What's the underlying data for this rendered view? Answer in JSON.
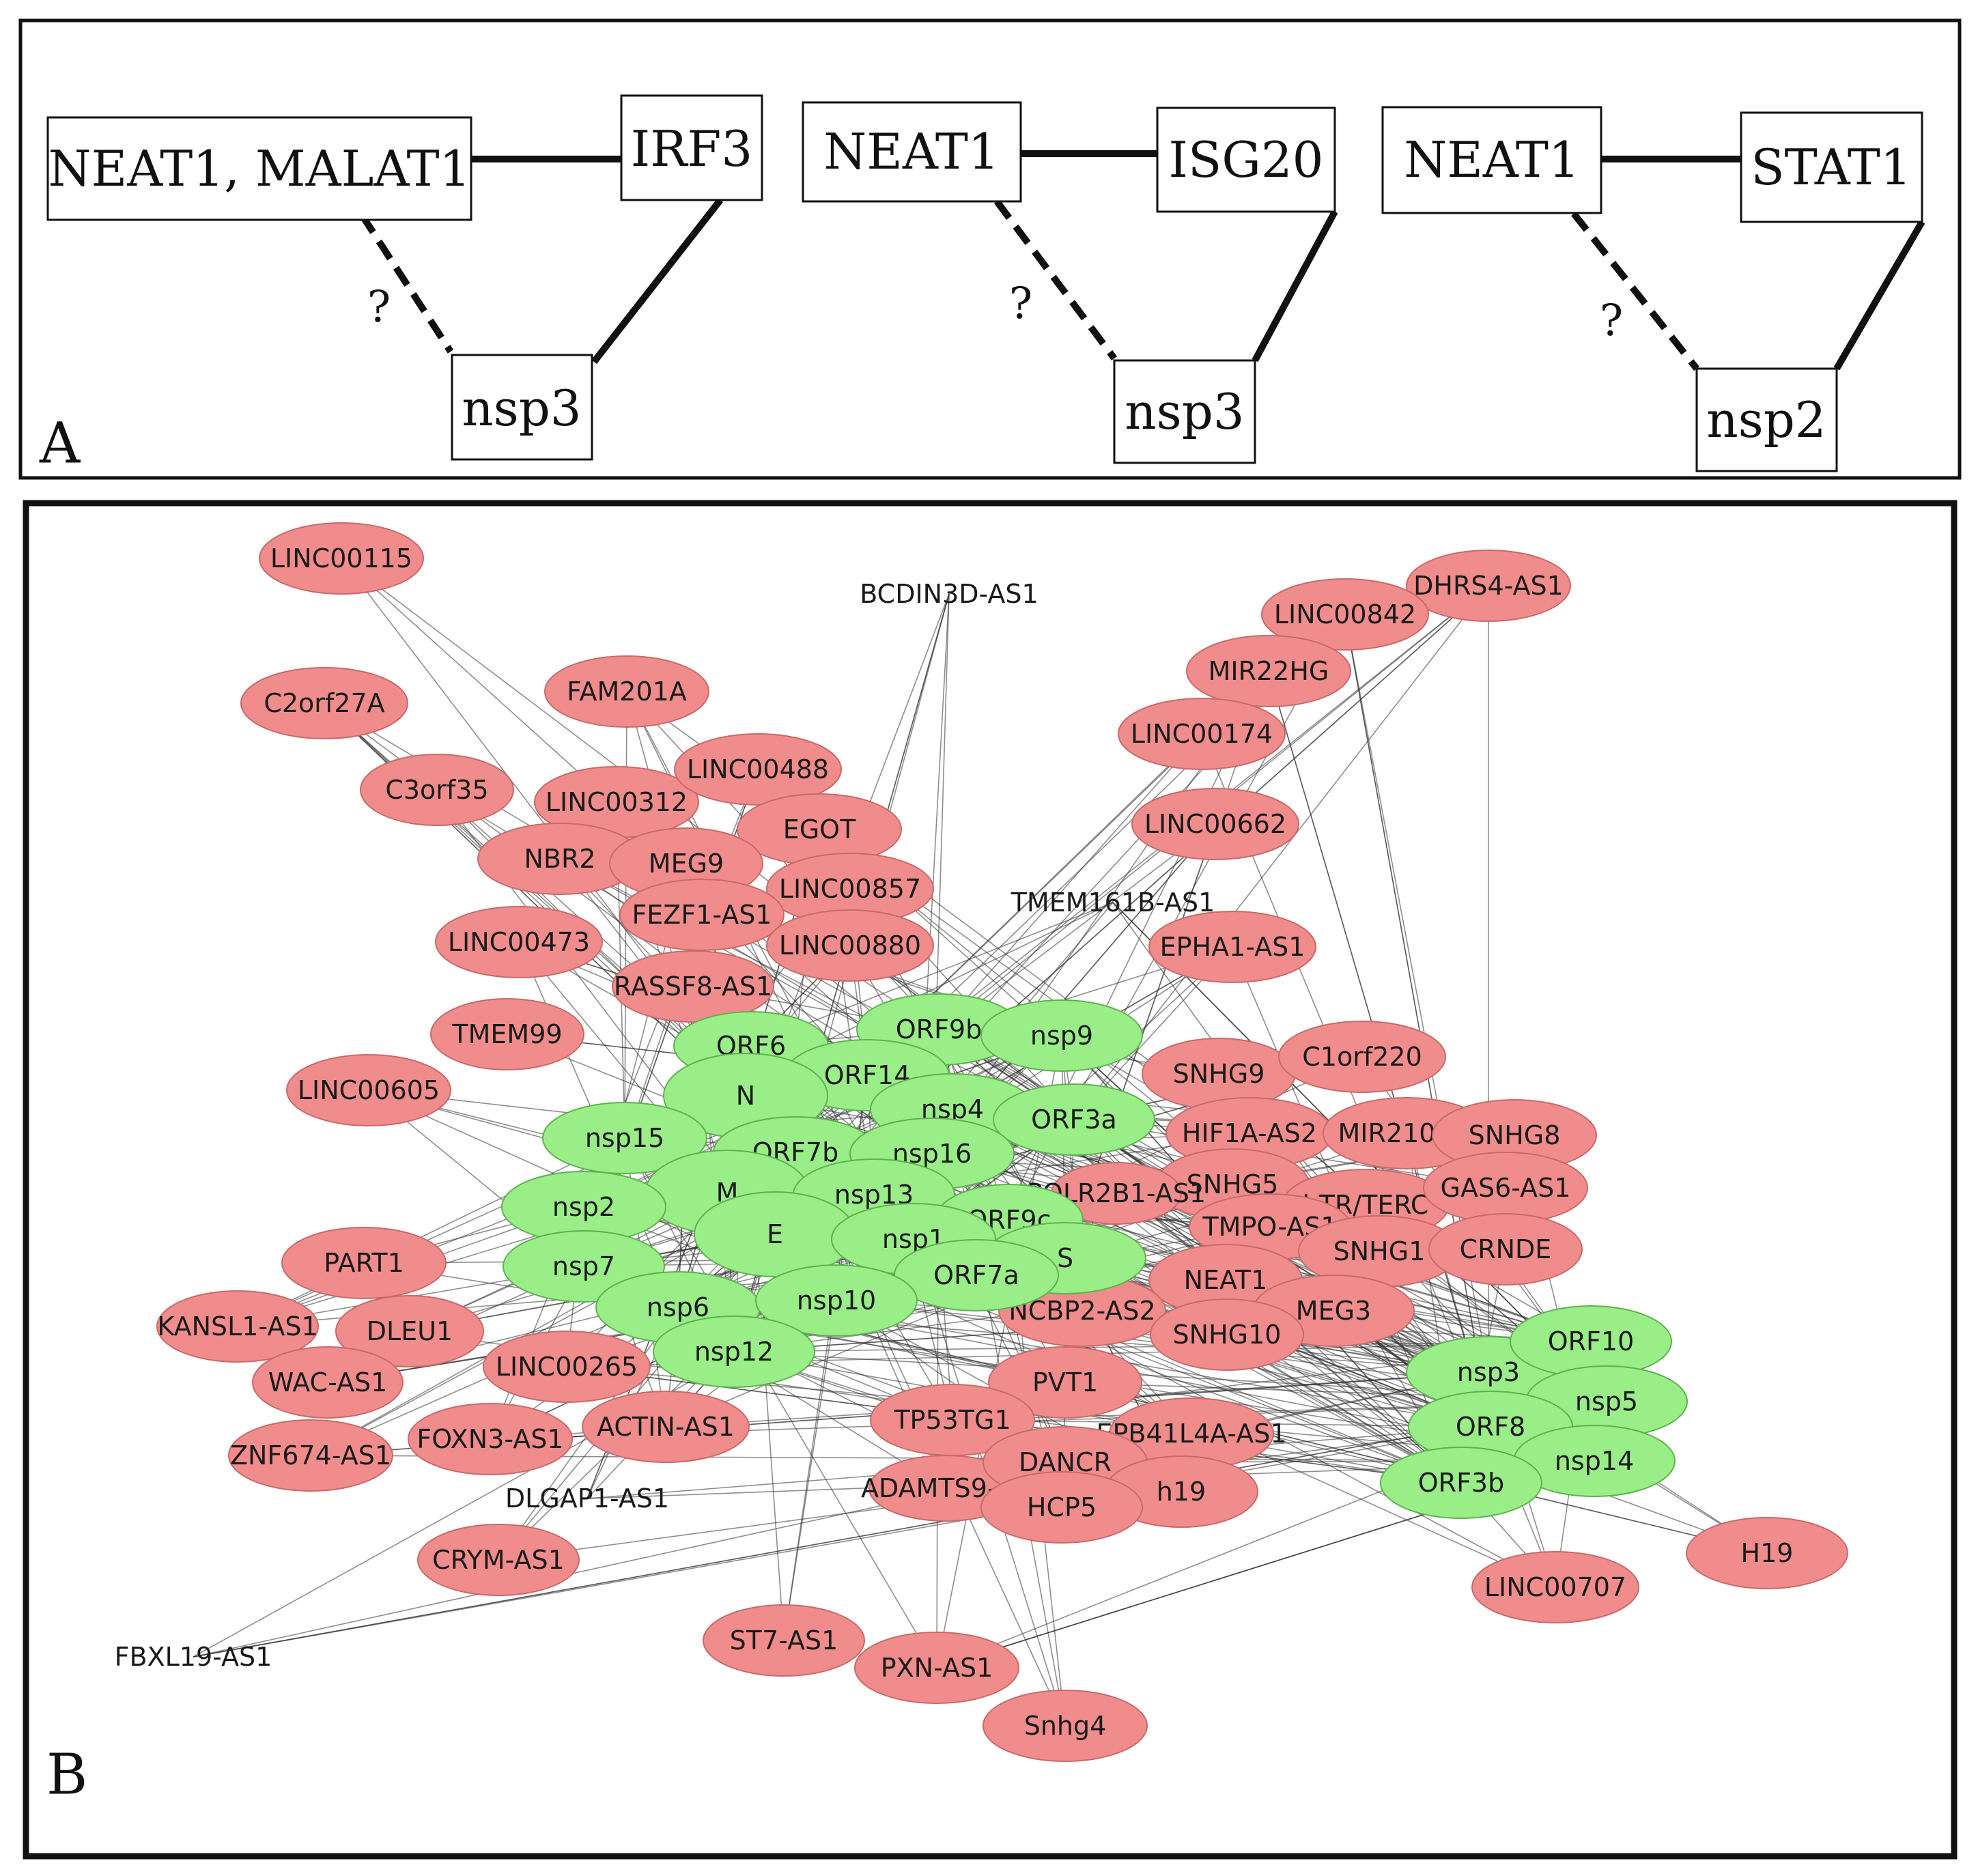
{
  "panel_a": {
    "label": "A",
    "diagrams": [
      {
        "lnc": "NEAT1, MALAT1",
        "gene": "IRF3",
        "viral": "nsp3",
        "question": "?"
      },
      {
        "lnc": "NEAT1",
        "gene": "ISG20",
        "viral": "nsp3",
        "question": "?"
      },
      {
        "lnc": "NEAT1",
        "gene": "STAT1",
        "viral": "nsp2",
        "question": "?"
      }
    ]
  },
  "panel_b": {
    "label": "B",
    "colors": {
      "lncrna": "#f08c8c",
      "viral": "#99ee88"
    },
    "lncrna_nodes": [
      "LINC00115",
      "BCDIN3D-AS1",
      "DHRS4-AS1",
      "LINC00842",
      "MIR22HG",
      "C2orf27A",
      "FAM201A",
      "LINC00174",
      "C3orf35",
      "LINC00312",
      "LINC00488",
      "EGOT",
      "LINC00662",
      "NBR2",
      "MEG9",
      "LINC00857",
      "TMEM161B-AS1",
      "FEZF1-AS1",
      "LINC00473",
      "LINC00880",
      "EPHA1-AS1",
      "RASSF8-AS1",
      "TMEM99",
      "SNHG9",
      "C1orf220",
      "LINC00605",
      "HIF1A-AS2",
      "MIR210HG",
      "SNHG8",
      "SNHG5",
      "hTR/TERC",
      "GAS6-AS1",
      "POLR2B1-AS1",
      "TMPO-AS1",
      "PART1",
      "SNHG1",
      "CRNDE",
      "NEAT1",
      "KANSL1-AS1",
      "DLEU1",
      "NCBP2-AS2",
      "MEG3",
      "SNHG10",
      "WAC-AS1",
      "LINC00265",
      "PVT1",
      "ZNF674-AS1",
      "FOXN3-AS1",
      "ACTIN-AS1",
      "TP53TG1",
      "EPB41L4A-AS1",
      "DLGAP1-AS1",
      "ADAMTS9-AS",
      "DANCR",
      "h19",
      "HCP5",
      "H19",
      "CRYM-AS1",
      "LINC00707",
      "FBXL19-AS1",
      "ST7-AS1",
      "PXN-AS1",
      "Snhg4"
    ],
    "viral_nodes": [
      "ORF6",
      "ORF9b",
      "nsp9",
      "ORF14",
      "N",
      "nsp4",
      "ORF3a",
      "nsp15",
      "ORF7b",
      "nsp16",
      "M",
      "nsp13",
      "nsp2",
      "ORF9c",
      "E",
      "nsp1",
      "S",
      "nsp7",
      "ORF7a",
      "nsp6",
      "nsp10",
      "nsp12",
      "nsp3",
      "ORF10",
      "nsp5",
      "ORF8",
      "nsp14",
      "ORF3b"
    ]
  }
}
